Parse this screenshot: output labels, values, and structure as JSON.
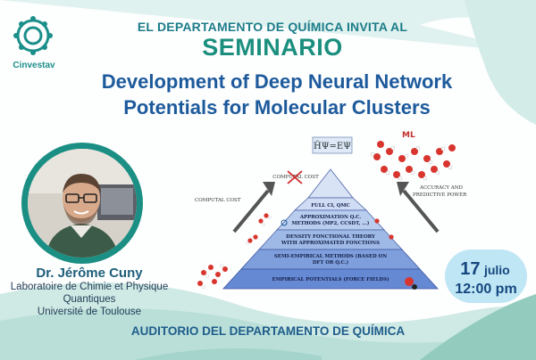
{
  "header": {
    "logo_name": "Cinvestav",
    "invite_line": "EL DEPARTAMENTO DE QUÍMICA INVITA AL",
    "event_type": "SEMINARIO"
  },
  "talk": {
    "title_line1": "Development of Deep Neural Network",
    "title_line2": "Potentials for Molecular Clusters"
  },
  "speaker": {
    "name": "Dr. Jérôme Cuny",
    "affiliation_line1": "Laboratoire de Chimie et Physique",
    "affiliation_line2": "Quantiques",
    "affiliation_line3": "Université de Toulouse"
  },
  "figure": {
    "equation": "ĤΨ=EΨ",
    "ml_top": "ML",
    "ml_small": "ML",
    "cost_crossed": "COMPUTAL COST",
    "left_label": "COMPUTAL COST",
    "right_label_line1": "ACCURACY AND",
    "right_label_line2": "PREDICTIVE POWER",
    "levels": [
      {
        "line1": "FULL CI, QMC",
        "line2": ""
      },
      {
        "line1": "APPROXIMATION Q.C.",
        "line2": "METHODS (MP2, CCSDT, ...)"
      },
      {
        "line1": "DENSITY FONCTIONAL THEORY",
        "line2": "WITH APPROXIMATED FONCTIONS"
      },
      {
        "line1": "SEMI-EMPIRICAL METHODS (BASED ON",
        "line2": "DFT OR Q.C.)"
      },
      {
        "line1": "EMPIRICAL POTENTIALS (FORCE FIELDS)",
        "line2": ""
      }
    ]
  },
  "date": {
    "day": "17",
    "month": "julio",
    "time": "12:00 pm"
  },
  "venue": "AUDITORIO DEL DEPARTAMENTO DE QUÍMICA",
  "colors": {
    "teal": "#1a8f7e",
    "blue_title": "#1d5a9c",
    "navy": "#15467e"
  }
}
